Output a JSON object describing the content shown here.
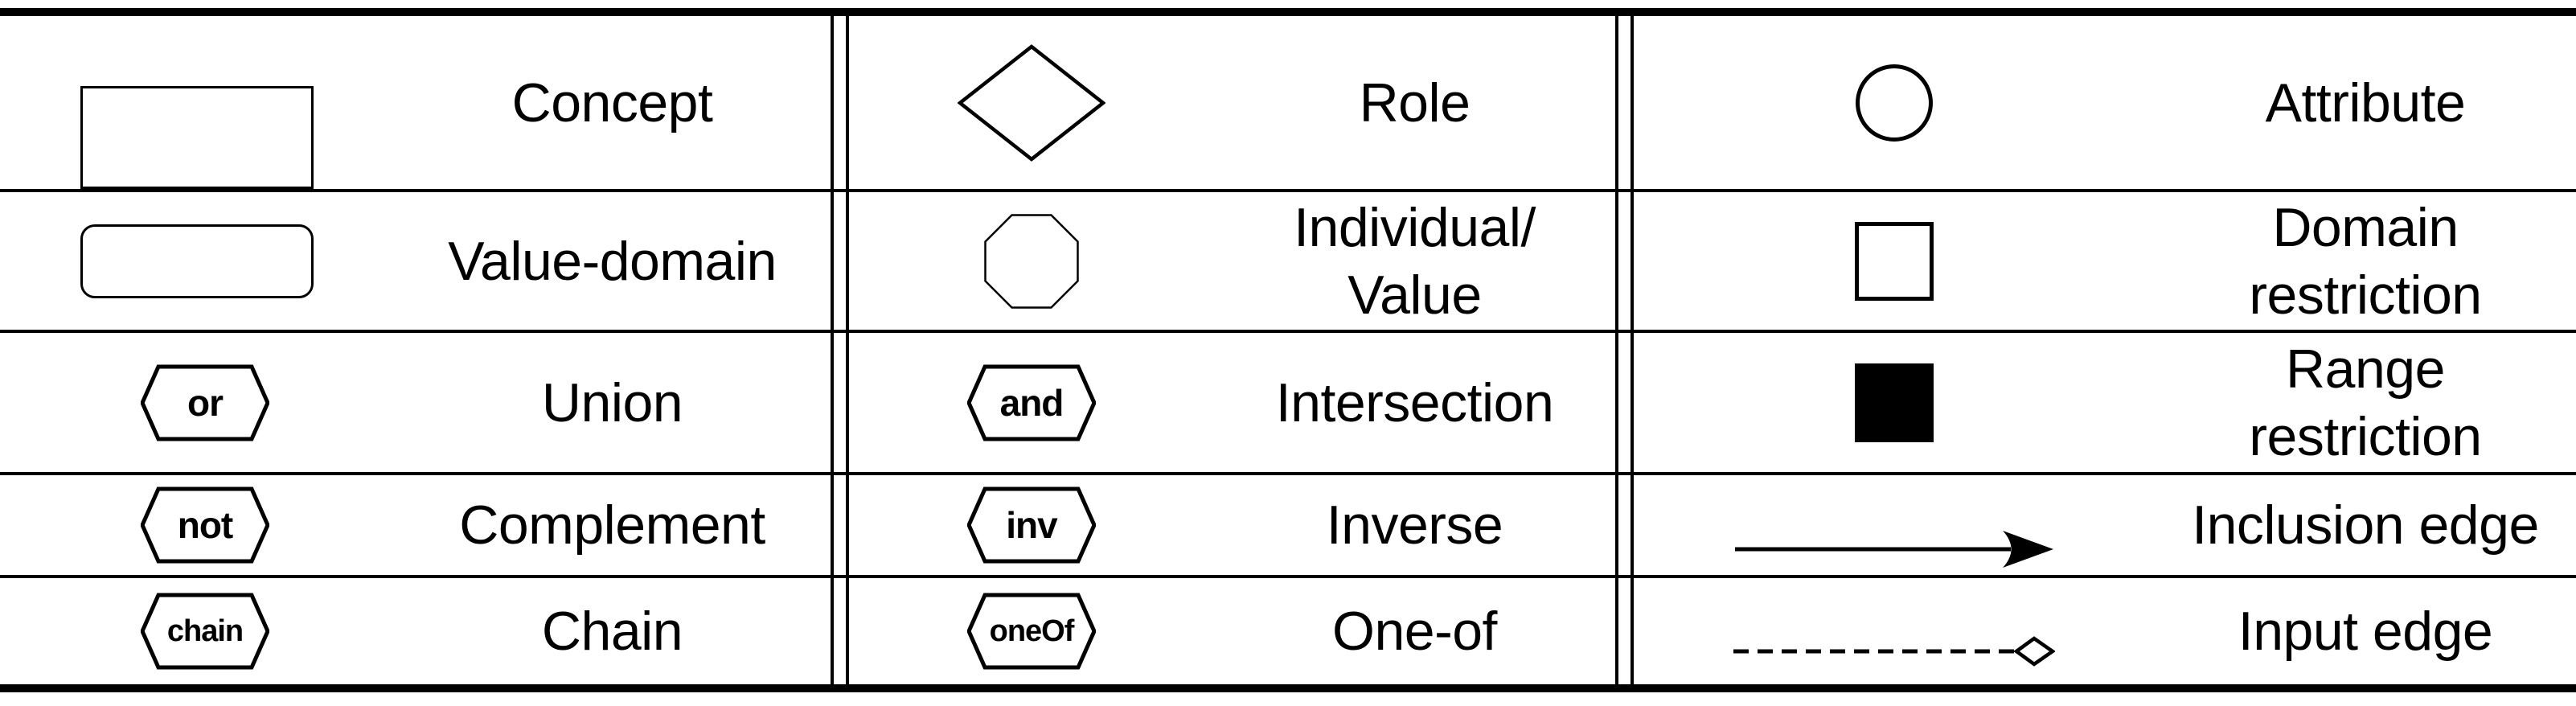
{
  "colors": {
    "foreground": "#000000",
    "background": "#ffffff"
  },
  "legend": {
    "rows": [
      {
        "cells": [
          {
            "icon": "concept-rectangle-icon",
            "label": "Concept"
          },
          {
            "icon": "role-diamond-icon",
            "label": "Role"
          },
          {
            "icon": "attribute-circle-icon",
            "label": "Attribute"
          }
        ]
      },
      {
        "cells": [
          {
            "icon": "value-domain-rounded-rectangle-icon",
            "label": "Value-domain"
          },
          {
            "icon": "individual-value-octagon-icon",
            "label": "Individual/\nValue"
          },
          {
            "icon": "domain-restriction-square-icon",
            "label": "Domain\nrestriction"
          }
        ]
      },
      {
        "cells": [
          {
            "icon": "union-hexagon-icon",
            "symbol_text": "or",
            "label": "Union"
          },
          {
            "icon": "intersection-hexagon-icon",
            "symbol_text": "and",
            "label": "Intersection"
          },
          {
            "icon": "range-restriction-filled-square-icon",
            "label": "Range\nrestriction"
          }
        ]
      },
      {
        "cells": [
          {
            "icon": "complement-hexagon-icon",
            "symbol_text": "not",
            "label": "Complement"
          },
          {
            "icon": "inverse-hexagon-icon",
            "symbol_text": "inv",
            "label": "Inverse"
          },
          {
            "icon": "inclusion-edge-arrow-icon",
            "label": "Inclusion edge"
          }
        ]
      },
      {
        "cells": [
          {
            "icon": "chain-hexagon-icon",
            "symbol_text": "chain",
            "label": "Chain"
          },
          {
            "icon": "one-of-hexagon-icon",
            "symbol_text": "oneOf",
            "label": "One-of"
          },
          {
            "icon": "input-edge-dashed-diamond-icon",
            "label": "Input edge"
          }
        ]
      }
    ]
  }
}
